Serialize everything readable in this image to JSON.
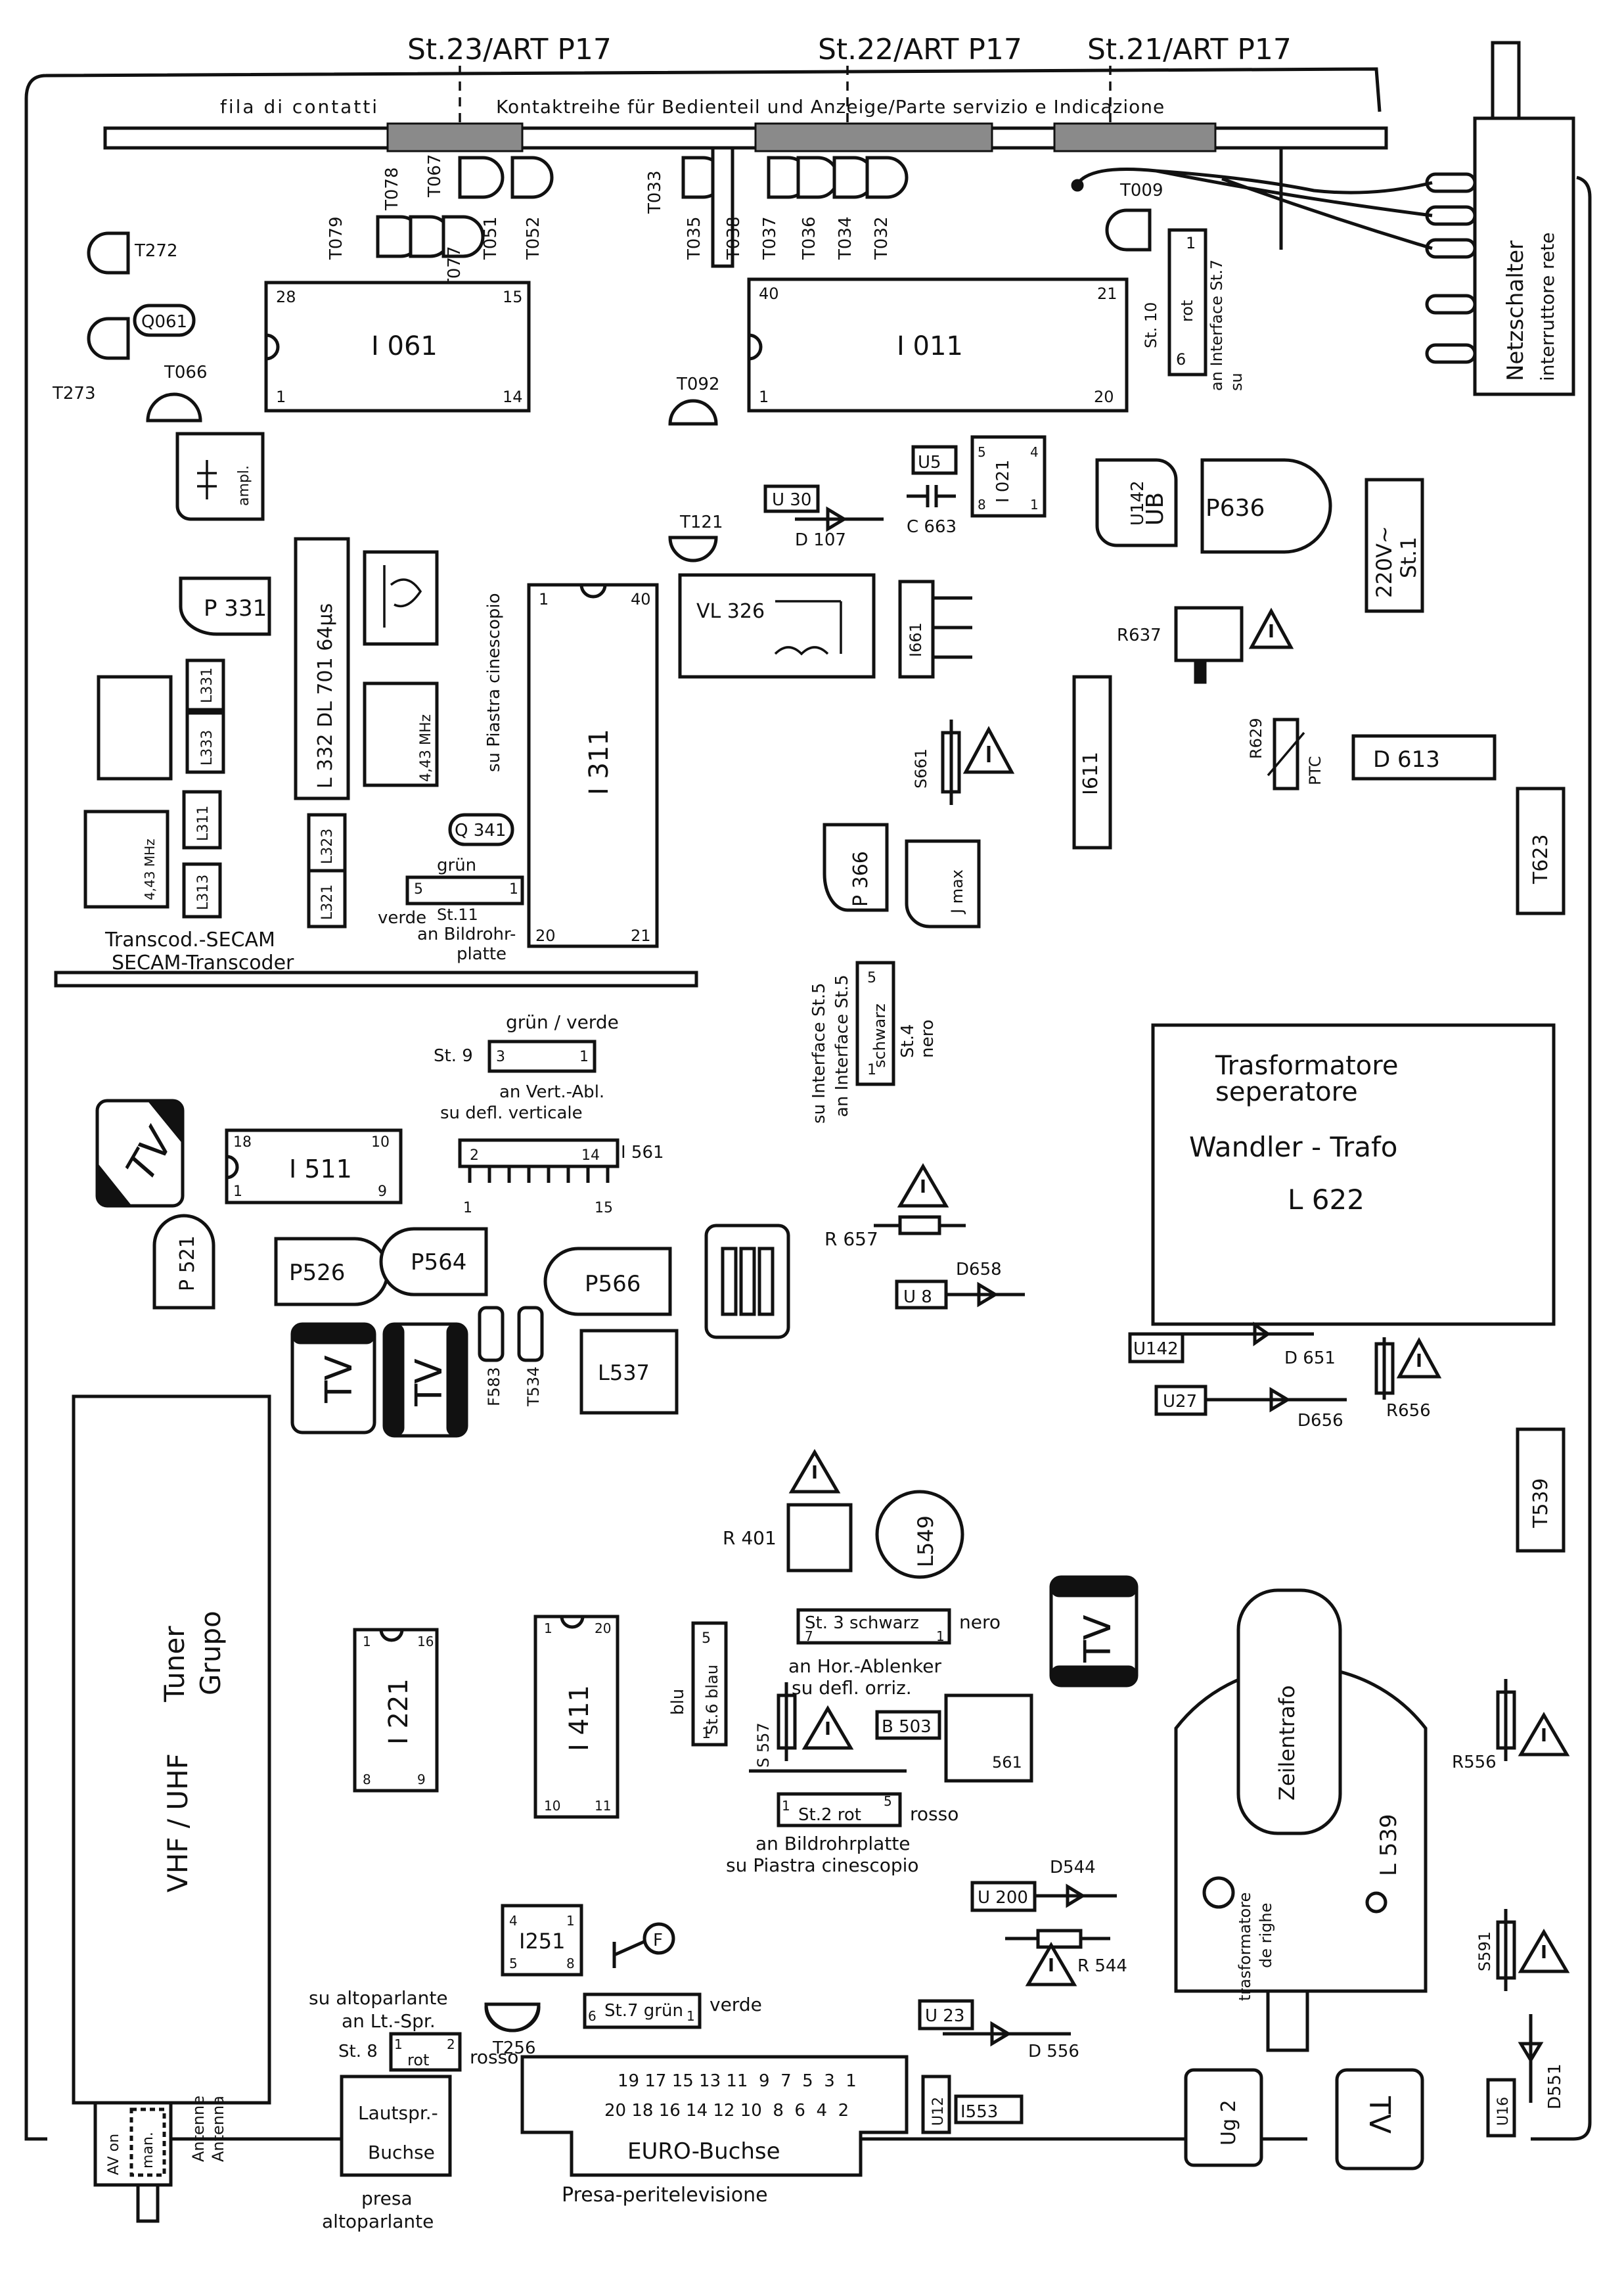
{
  "header": {
    "connectors": [
      "St.23/ART P17",
      "St.22/ART P17",
      "St.21/ART P17"
    ],
    "strip_label_left": "fila di contatti",
    "strip_label_right": "Kontaktreihe für Bedienteil und Anzeige/Parte servizio e Indicazione"
  },
  "transistors": [
    "T078",
    "T067",
    "T079",
    "T077",
    "T051",
    "T052",
    "T033",
    "T035",
    "T038",
    "T037",
    "T036",
    "T034",
    "T032",
    "T009",
    "T272",
    "T273",
    "T066",
    "T092",
    "T121",
    "T256"
  ],
  "ics": {
    "I061": {
      "label": "I 061",
      "pins": [
        "28",
        "15",
        "1",
        "14"
      ]
    },
    "I011": {
      "label": "I 011",
      "pins": [
        "40",
        "21",
        "1",
        "20"
      ]
    },
    "I311": {
      "label": "I 311",
      "pins": [
        "1",
        "40",
        "20",
        "21"
      ]
    },
    "I511": {
      "label": "I 511",
      "pins": [
        "18",
        "10",
        "1",
        "9"
      ]
    },
    "I221": {
      "label": "I 221",
      "pins": [
        "1",
        "16",
        "8",
        "9"
      ]
    },
    "I411": {
      "label": "I 411",
      "pins": [
        "1",
        "20",
        "10",
        "11"
      ]
    },
    "I251": {
      "label": "I251",
      "pins": [
        "4",
        "1",
        "5",
        "8"
      ]
    }
  },
  "components": {
    "Q061": "Q061",
    "Q341": "Q 341",
    "U30": "U 30",
    "D107": "D 107",
    "U5": "U5",
    "C663": "C 663",
    "I021": "I 021",
    "U142": "U142",
    "UB": "UB",
    "P636": "P636",
    "P331": "P 331",
    "ampl": "ampl.",
    "VL326": "VL 326",
    "I661": "I661",
    "R637": "R637",
    "R629": "R629",
    "PTC": "PTC",
    "D613": "D 613",
    "I611": "I611",
    "S661": "S661",
    "T623": "T623",
    "DL701": "L 332  DL 701  64µs",
    "L331": "L331",
    "L333": "L333",
    "L311": "L311",
    "L313": "L313",
    "L323": "L323",
    "L321": "L321",
    "freq": "4,43 MHz",
    "su_piastra": "su Piastra cinescopio",
    "P366": "P 366",
    "Jmax": "J max",
    "transcod_1": "Transcod.-SECAM",
    "transcod_2": "SECAM-Transcoder",
    "I561": "I 561",
    "I561_pins": [
      "2",
      "14",
      "1",
      "15"
    ],
    "P521": "P 521",
    "P526": "P526",
    "P564": "P564",
    "P566": "P566",
    "F583": "F583",
    "T534": "T534",
    "L537": "L537",
    "R657": "R 657",
    "U8": "U 8",
    "D658": "D658",
    "U142b": "U142",
    "D651": "D 651",
    "U27": "U27",
    "D656": "D656",
    "R656": "R656",
    "T539": "T539",
    "R401": "R 401",
    "L549": "L549",
    "S557": "S 557",
    "B503": "B 503",
    "L561": "561",
    "U200": "U 200",
    "D544": "D544",
    "R544": "R 544",
    "U23": "U 23",
    "D556": "D 556",
    "U12": "U12",
    "I553": "I553",
    "Ug2": "Ug 2",
    "U16": "U16",
    "D551": "D551",
    "S591": "S591",
    "R556": "R556",
    "L539": "L 539",
    "zeilentrafo": "Zeilentrafo",
    "trasf_righe_1": "trasformatore",
    "trasf_righe_2": "de righe",
    "F_marker": "F",
    "tv": "TV"
  },
  "connectors": {
    "st10": {
      "title": "St. 10",
      "color": "rot",
      "pins": [
        "1",
        "6"
      ],
      "note_1": "an Interface St.7",
      "note_2": "su"
    },
    "st11": {
      "color": "grün",
      "pins": [
        "5",
        "1"
      ],
      "label": "St.11",
      "verde": "verde",
      "note_1": "an Bildrohr-",
      "note_2": "platte"
    },
    "st9": {
      "title": "St. 9",
      "color": "grün / verde",
      "pins": [
        "3",
        "1"
      ],
      "note_1": "an Vert.-Abl.",
      "note_2": "su defl. verticale"
    },
    "st5": {
      "note_1": "su Interface St.5",
      "note_2": "an Interface St.5"
    },
    "st4": {
      "color": "schwarz",
      "pins": [
        "5",
        "1"
      ],
      "label": "St.4",
      "label2": "nero"
    },
    "st3": {
      "label": "St. 3 schwarz",
      "pins": [
        "7",
        "1"
      ],
      "nero": "nero",
      "note_1": "an Hor.-Ablenker",
      "note_2": "su defl. orriz."
    },
    "st6": {
      "label": "St.6 blau",
      "pins": [
        "5",
        "1"
      ],
      "blu": "blu"
    },
    "st2": {
      "label": "St.2 rot",
      "pins": [
        "1",
        "5"
      ],
      "rosso": "rosso",
      "note_1": "an Bildrohrplatte",
      "note_2": "su Piastra cinescopio"
    },
    "st7": {
      "label": "St.7 grün",
      "pins": [
        "6",
        "1"
      ],
      "verde": "verde"
    },
    "st8": {
      "label": "St. 8",
      "color": "rot",
      "pins": [
        "1",
        "2"
      ],
      "rosso": "rosso",
      "note_1": "su altoparlante",
      "note_2": "an Lt.-Spr."
    }
  },
  "blocks": {
    "transformer_1": "Trasformatore",
    "transformer_2": "seperatore",
    "transformer_3": "Wandler - Trafo",
    "transformer_4": "L 622",
    "mains_1": "Netzschalter",
    "mains_2": "interruttore rete",
    "voltage_1": "220V~",
    "voltage_2": "St.1",
    "tuner_1": "VHF / UHF",
    "tuner_2": "Tuner",
    "tuner_3": "Grupo",
    "av_1": "AV on",
    "av_2": "man.",
    "antenna_1": "Antenne",
    "antenna_2": "Antenna",
    "lautspr_1": "Lautspr.-",
    "lautspr_2": "Buchse",
    "lautspr_3": "presa",
    "lautspr_4": "altoparlante",
    "euro_row1": "19 17 15 13 11  9  7  5  3  1",
    "euro_row2": "20 18 16 14 12 10  8  6  4  2",
    "euro_label": "EURO-Buchse",
    "euro_caption": "Presa-peritelevisione"
  },
  "colors": {
    "ink": "#111111",
    "paper": "#ffffff",
    "connector_band": "#8a8a8a"
  }
}
